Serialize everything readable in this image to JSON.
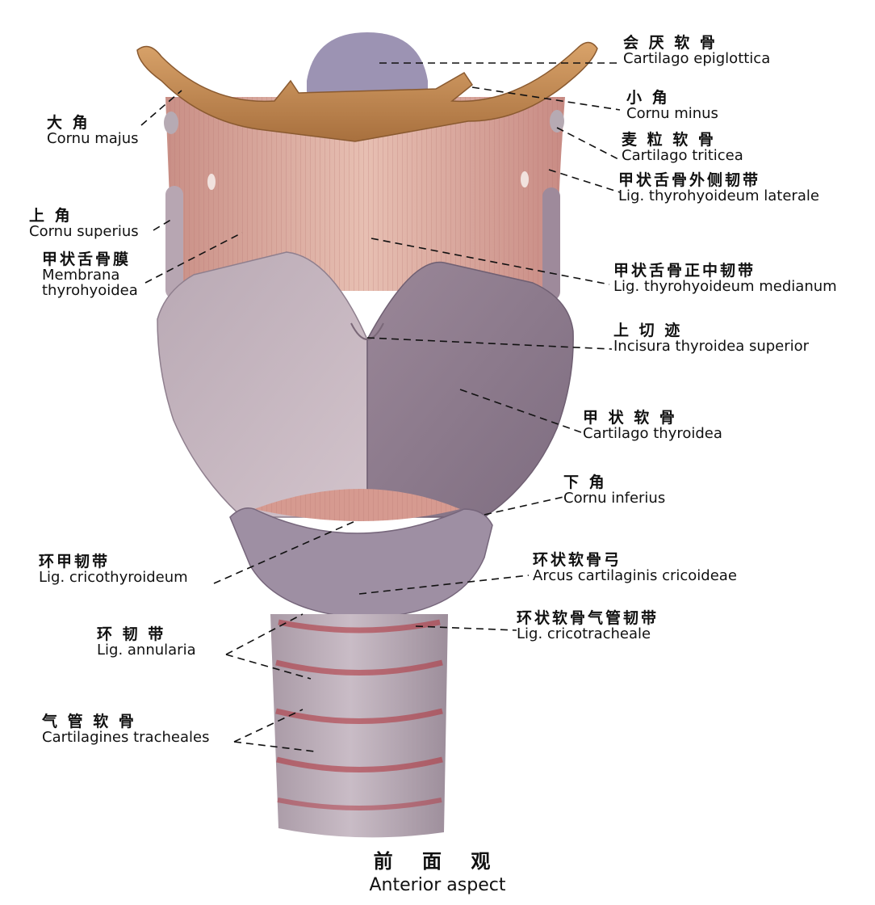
{
  "labels": {
    "epiglottica": {
      "cn": "会 厌 软 骨",
      "la": "Cartilago epiglottica"
    },
    "cornu_minus": {
      "cn": "小     角",
      "la": "Cornu minus"
    },
    "triticea": {
      "cn": "麦 粒 软 骨",
      "la": "Cartilago triticea"
    },
    "thyrohyoid_lat": {
      "cn": "甲状舌骨外侧韧带",
      "la": "Lig. thyrohyoideum laterale"
    },
    "cornu_majus": {
      "cn": "大     角",
      "la": "Cornu majus"
    },
    "cornu_superius": {
      "cn": "上     角",
      "la": "Cornu superius"
    },
    "membrana": {
      "cn": "甲状舌骨膜",
      "la1": "Membrana",
      "la2": "thyrohyoidea"
    },
    "thyrohyoid_med": {
      "cn": "甲状舌骨正中韧带",
      "la": "Lig. thyrohyoideum medianum"
    },
    "incisura": {
      "cn": "上  切  迹",
      "la": "Incisura thyroidea superior"
    },
    "thyroidea": {
      "cn": "甲 状 软 骨",
      "la": "Cartilago thyroidea"
    },
    "cornu_inferius": {
      "cn": "下     角",
      "la": "Cornu inferius"
    },
    "cricothyroid": {
      "cn": "环甲韧带",
      "la": "Lig. cricothyroideum"
    },
    "arcus": {
      "cn": "环状软骨弓",
      "la": "Arcus cartilaginis cricoideae"
    },
    "annularia": {
      "cn": "环  韧  带",
      "la": "Lig. annularia"
    },
    "cricotracheale": {
      "cn": "环状软骨气管韧带",
      "la": "Lig. cricotracheale"
    },
    "tracheales": {
      "cn": "气 管 软 骨",
      "la": "Cartilagines tracheales"
    }
  },
  "caption": {
    "cn": "前 面 观",
    "la": "Anterior aspect"
  }
}
